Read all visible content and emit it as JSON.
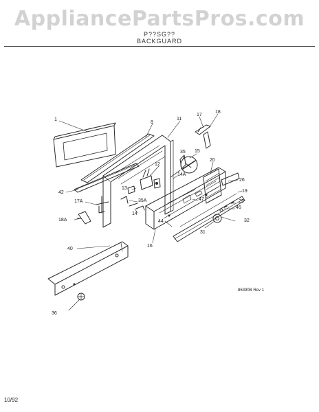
{
  "watermark": "AppliancePartsPros.com",
  "heading": {
    "line1": "P??SG?? ",
    "line2": "BACKGUARD"
  },
  "callouts": [
    "1",
    "8",
    "11",
    "17",
    "18",
    "35",
    "15",
    "12",
    "20",
    "26",
    "19",
    "13",
    "14A",
    "42",
    "17A",
    "35A",
    "47",
    "29",
    "46",
    "14",
    "44",
    "32",
    "16",
    "18A",
    "31",
    "40",
    "36"
  ],
  "drawing_number": "86390B Rev 1",
  "date_code": "10/92"
}
